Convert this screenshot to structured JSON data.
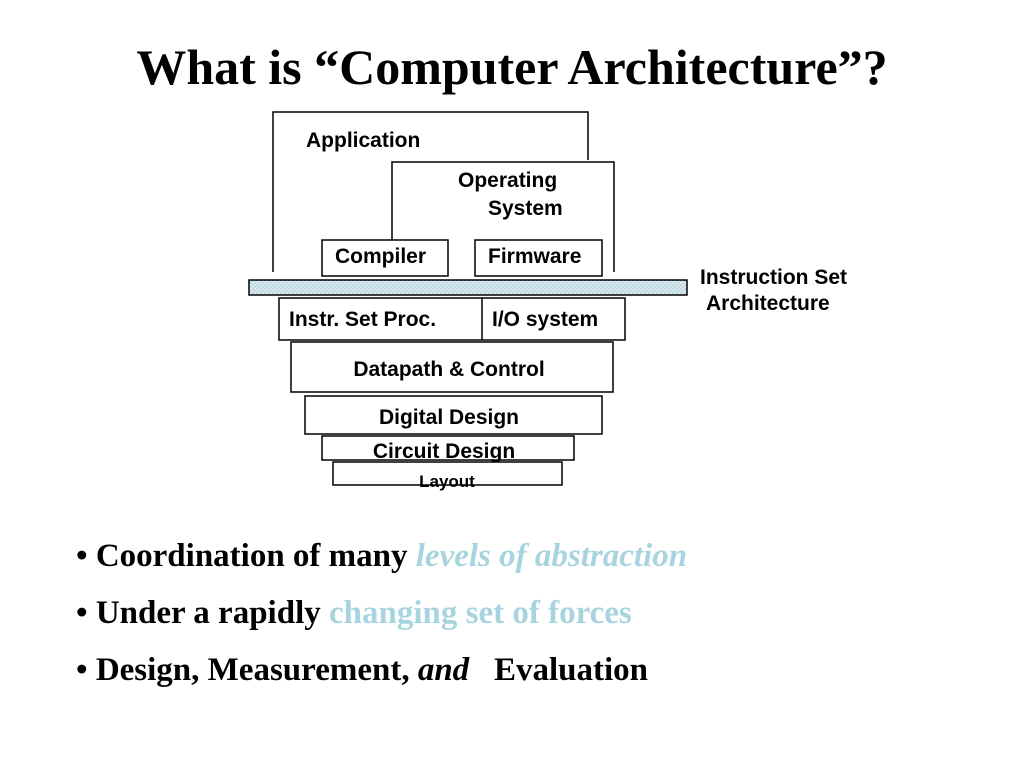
{
  "slide": {
    "title": "What is “Computer Architecture”?"
  },
  "diagram": {
    "application": "Application",
    "operating_system_line1": "Operating",
    "operating_system_line2": "System",
    "compiler": "Compiler",
    "firmware": "Firmware",
    "isa_line1": "Instruction Set",
    "isa_line2": "Architecture",
    "instr_set_proc": "Instr. Set Proc.",
    "io_system": "I/O system",
    "datapath_control": "Datapath & Control",
    "digital_design": "Digital Design",
    "circuit_design": "Circuit Design",
    "layout": "Layout",
    "isa_bar_color": "#cfe4ec"
  },
  "bullets": [
    {
      "marker": "•",
      "text": "Coordination of many ",
      "accent": "levels of abstraction"
    },
    {
      "marker": "•",
      "text": "Under a rapidly ",
      "accent": "changing set of forces"
    },
    {
      "marker": "•",
      "text": "Design, Measurement, ",
      "em": "and",
      "tail": "Evaluation"
    }
  ],
  "colors": {
    "accent": "#a8d4e0",
    "text": "#000000"
  }
}
